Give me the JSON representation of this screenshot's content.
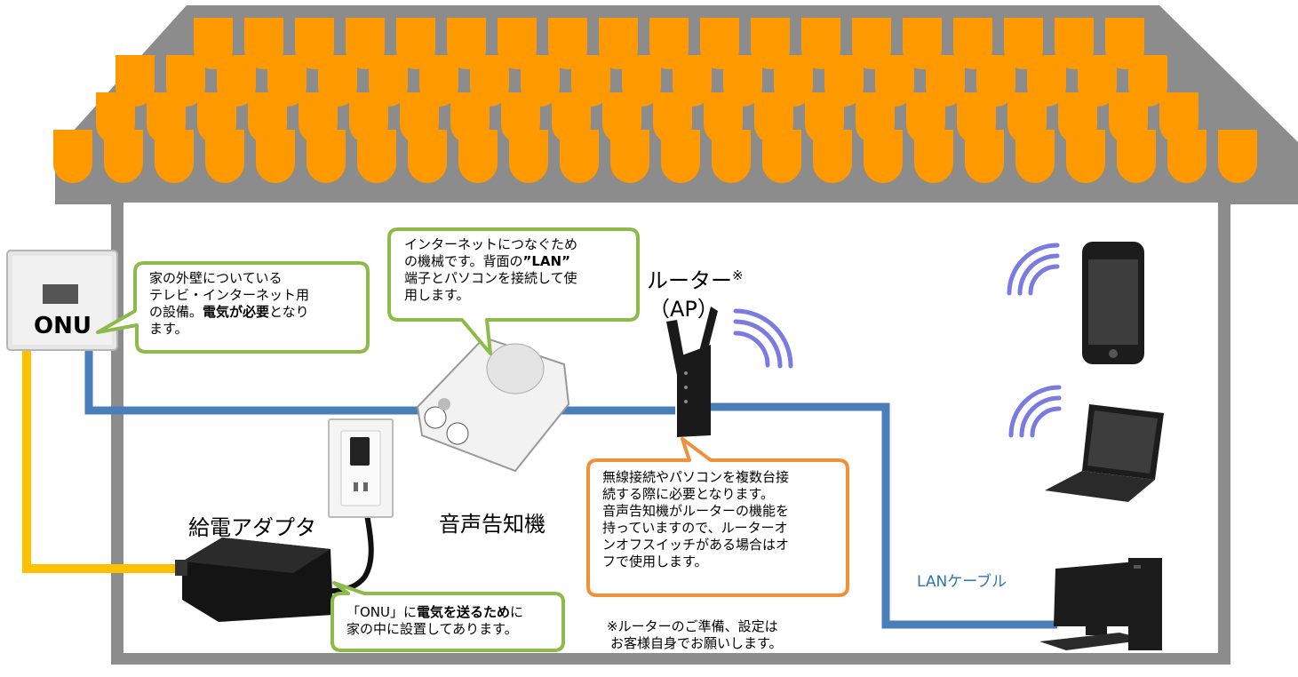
{
  "colors": {
    "roof_tile": "#ff9900",
    "house_wall": "#8c8c8c",
    "lan_cable": "#4a7ebb",
    "power_cable": "#ffc000",
    "note_green": "#8dba4a",
    "note_orange": "#f0913a",
    "lan_label": "#2e75b6"
  },
  "onu": {
    "device_label": "ONU",
    "note_lines": [
      {
        "plain": "家の外壁についている"
      },
      {
        "plain": "テレビ・インターネット用"
      },
      {
        "plain": "の設備。",
        "bold": "電気が必要",
        "tail": "となり"
      },
      {
        "plain": "ます。"
      }
    ]
  },
  "announcer": {
    "label": "音声告知機",
    "note_lines": [
      {
        "plain": "インターネットにつなぐため"
      },
      {
        "plain": "の機械です。背面の",
        "bold": "”LAN”"
      },
      {
        "plain": "端子とパソコンを接続して使"
      },
      {
        "plain": "用します。"
      }
    ]
  },
  "router": {
    "label_line1": "ルーター",
    "label_mark": "※",
    "label_line2": "（AP）",
    "note_lines": [
      "無線接続やパソコンを複数台接",
      "続する際に必要となります。",
      "音声告知機がルーターの機能を",
      "持っていますので、ルーターオ",
      "ンオフスイッチがある場合はオ",
      "フで使用します。"
    ]
  },
  "adapter": {
    "label": "給電アダプタ",
    "note_lines": [
      {
        "plain": "「ONU」に",
        "bold": "電気を送るため",
        "tail": "に"
      },
      {
        "plain": "家の中に設置してあります。"
      }
    ]
  },
  "lan_cable_label": "LANケーブル",
  "router_footnote": [
    "※ルーターのご準備、設定は",
    "お客様自身でお願いします。"
  ],
  "devices": [
    "smartphone-icon",
    "laptop-icon",
    "desktop-pc-icon",
    "wifi-icon"
  ]
}
